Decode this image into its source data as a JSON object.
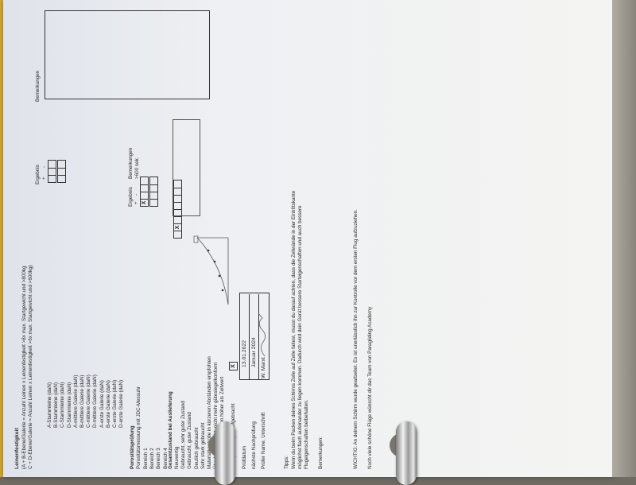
{
  "doc": {
    "leinen_title": "Leinenfestigkeit",
    "leinen_rule1": "(A + B-Ebene/Galerie = Anzahl Leinen x Leinenfestigkeit >8x max. Startgewicht und >800kg",
    "leinen_rule2": "C + D-Ebene/Galerie = Anzahl Leinen x Leinenfestigkeit >6x max. Startgewicht und >600kg)",
    "ergebnis_label": "Ergebnis",
    "plus_label": "+",
    "minus_label": "-",
    "bemerkungen_label": "Bemerkungen",
    "line_rows": [
      "A-Stammleine (daN)",
      "B-Stammleine (daN)",
      "C-Stammleine (daN)",
      "D-Stammleine (daN)",
      "A-mittlere Galerie (daN)",
      "B-mittlere Galerie (daN)",
      "C-mittlere Galerie (daN)",
      "D-mittlere Galerie (daN)",
      "A-erste Galerie (daN)",
      "B-erste Galerie (daN)",
      "C-erste Galerie (daN)",
      "D-erste Galerie (daN)"
    ],
    "poro_title": "Porositätsprüfung",
    "poro_sub": "Porositätsmessung mit JDC-Messuhr",
    "poro_rows": [
      "Bereich 1",
      "Bereich 2",
      "Bereich 3",
      "Bereich 4"
    ],
    "poro_ergebnis": "Ergebnis",
    "poro_bemerkungen": "Bemerkungen",
    "poro_note": ">600 sek.",
    "poro_check": "X",
    "gesamt_title": "Gesamtzustand bei Auslieferung",
    "gesamt_rows": [
      "Neuwertig",
      "Gebraucht, sehr guter Zustand",
      "Gebraucht, guter Zustand",
      "Deutlich gebraucht",
      "Sehr stark gebraucht",
      "Materialkontrolle in kürzeren Abständen empfohlen",
      "Überbeansprucht, nicht mehr gütesiegelkonform",
      "Instandsetzungskosten höher als Zeitwert"
    ],
    "gesamt_check": "X",
    "stempel_label": "Nachprüfstempel aufgebracht",
    "stempel_check": "X",
    "pruefdatum_label": "Prüfdatum",
    "pruefdatum_value": "13.01.2022",
    "naechste_label": "nächste Nachprüfung",
    "naechste_value": "Januar 2024",
    "pruefer_label": "Prüfer Name, Unterschrift",
    "pruefer_value": "W. Marxt",
    "tipps_title": "Tipps:",
    "tipps_line1": "Wenn du beim Packen deines Schirms Zelle auf Zelle faltest, musst du darauf achten, dass die Zellwände in der Eintrittskante",
    "tipps_line2": "möglichst flach aufeinander zu liegen kommen. Dadurch wird dein Gerät bessere Starteigenschaften und auch bessere",
    "tipps_line3": "Flugeigenschaften beibehalten.",
    "bemerkungen_title": "Bemerkungen:",
    "wichtig": "WICHTIG: An deinem Schirm wurde gearbeitet. Es ist unerlässlich ihn zur Kontrolle vor dem ersten Flug aufzuziehen.",
    "gruss": "Noch viele schöne Flüge wünscht dir das Team von Paragliding Academy"
  },
  "colors": {
    "paper": "#f2f2f0",
    "ink": "#2b2b2b",
    "desk": "#6f6b63",
    "ring": "#d9d9d9"
  }
}
